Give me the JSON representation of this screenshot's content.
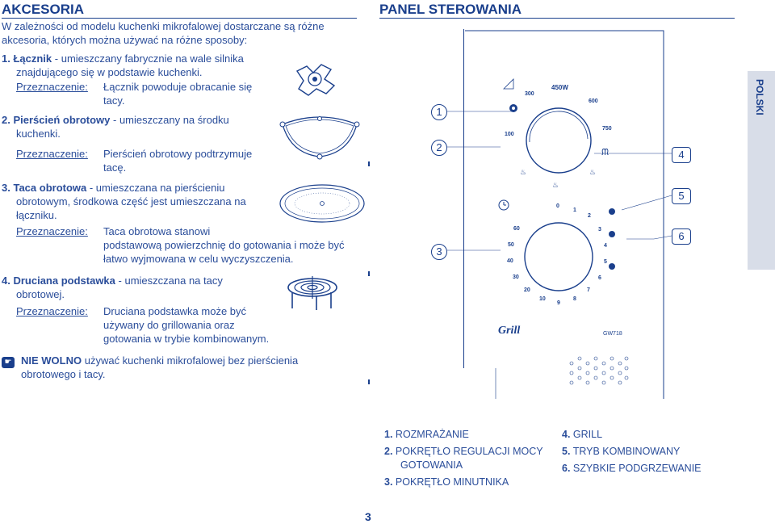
{
  "left": {
    "title": "AKCESORIA",
    "intro": [
      "W zależności od modelu kuchenki mikrofalowej dostarczane są różne",
      "akcesoria, których można używać na różne sposoby:"
    ],
    "items": [
      {
        "num": "1.",
        "name": "Łącznik",
        "desc_line1": " - umieszczany fabrycznie na wale silnika",
        "desc_line2": "znajdującego się w podstawie kuchenki.",
        "purpose_label": "Przeznaczenie:",
        "purpose_lines": [
          "Łącznik powoduje obracanie się",
          "tacy."
        ]
      },
      {
        "num": "2.",
        "name": "Pierścień obrotowy",
        "desc_line1": " - umieszczany na środku",
        "desc_line2": "kuchenki.",
        "purpose_label": "Przeznaczenie:",
        "purpose_lines": [
          "Pierścień obrotowy podtrzymuje",
          "tacę."
        ]
      },
      {
        "num": "3.",
        "name": "Taca obrotowa",
        "desc_line1": " - umieszczana na pierścieniu",
        "desc_line2": "obrotowym, środkowa część jest umieszczana na",
        "desc_line3": "łączniku.",
        "purpose_label": "Przeznaczenie:",
        "purpose_lines": [
          "Taca obrotowa stanowi",
          "podstawową powierzchnię do gotowania i może być",
          "łatwo wyjmowana w celu wyczyszczenia."
        ]
      },
      {
        "num": "4.",
        "name": "Druciana podstawka",
        "desc_line1": " - umieszczana na tacy",
        "desc_line2": "obrotowej.",
        "purpose_label": "Przeznaczenie:",
        "purpose_lines": [
          "Druciana podstawka może być",
          "używany do grillowania oraz",
          "gotowania w trybie kombinowanym."
        ]
      }
    ],
    "warning": {
      "bold": "NIE WOLNO",
      "line1": " używać kuchenki mikrofalowej bez pierścienia",
      "line2": "obrotowego i tacy."
    }
  },
  "right": {
    "title": "PANEL STEROWANIA",
    "side_tab": "POLSKI",
    "callouts": [
      "1",
      "2",
      "3",
      "4",
      "5",
      "6"
    ],
    "power_dial": {
      "labels": [
        "450W",
        "300",
        "600",
        "100",
        "750"
      ]
    },
    "timer_dial": {
      "labels": [
        "0",
        "1",
        "2",
        "3",
        "4",
        "5",
        "6",
        "7",
        "8",
        "9",
        "10",
        "20",
        "30",
        "40",
        "50",
        "60"
      ]
    },
    "brand": "Grill",
    "model": "GW718",
    "legend": [
      {
        "num": "1.",
        "label": "ROZMRAŻANIE"
      },
      {
        "num": "2.",
        "label": "POKRĘTŁO REGULACJI MOCY",
        "label2": "GOTOWANIA"
      },
      {
        "num": "3.",
        "label": "POKRĘTŁO MINUTNIKA"
      },
      {
        "num": "4.",
        "label": "GRILL"
      },
      {
        "num": "5.",
        "label": "TRYB KOMBINOWANY"
      },
      {
        "num": "6.",
        "label": "SZYBKIE PODGRZEWANIE"
      }
    ]
  },
  "page_number": "3"
}
